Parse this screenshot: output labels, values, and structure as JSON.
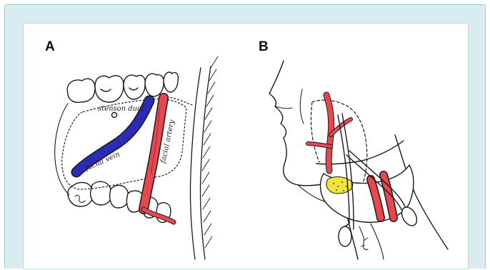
{
  "figure": {
    "panel_a_label": "A",
    "panel_b_label": "B",
    "annotations": {
      "stensen_duct": "stenson duct",
      "facial_vein": "facial vein",
      "facial_artery": "facial artery"
    },
    "colors": {
      "frame_background": "#d9ecef",
      "vein": "#2b2bb5",
      "artery": "#e5484f",
      "fat_pad": "#f2e23a",
      "ink": "#1a1a1a"
    }
  }
}
